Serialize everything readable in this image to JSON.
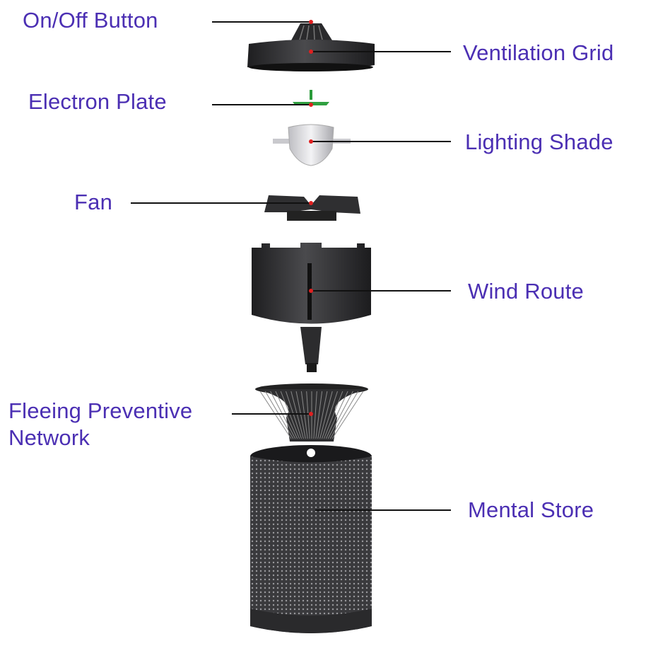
{
  "labels": {
    "on_off_button": "On/Off Button",
    "ventilation_grid": "Ventilation Grid",
    "electron_plate": "Electron Plate",
    "lighting_shade": "Lighting Shade",
    "fan": "Fan",
    "wind_route": "Wind Route",
    "fleeing_line1": "Fleeing Preventive",
    "fleeing_line2": "Network",
    "mental_store": "Mental Store"
  },
  "colors": {
    "label": "#4b2fb3",
    "marker": "#e02020",
    "part_dark": "#2e2e30"
  }
}
